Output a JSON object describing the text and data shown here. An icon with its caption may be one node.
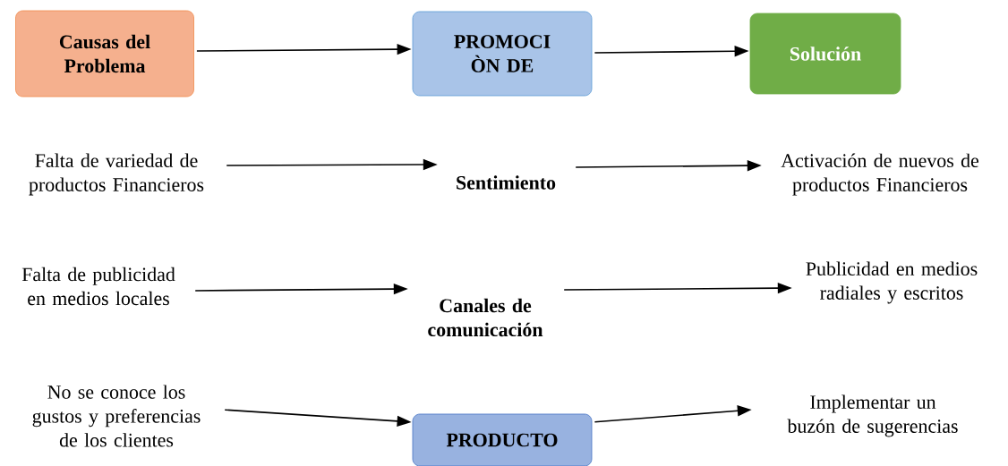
{
  "diagram": {
    "nodes": [
      {
        "text": [
          "Causas del Problema"
        ]
      },
      {
        "text": [
          "PROMOCI ÒN DE"
        ]
      },
      {
        "text": [
          "Solución"
        ]
      },
      {
        "text": [
          "Falta de variedad de productos Financieros"
        ]
      },
      {
        "text": [
          "Sentimiento"
        ]
      },
      {
        "text": [
          "Activación de nuevos de productos Financieros"
        ]
      },
      {
        "text": [
          "Falta de publicidad en medios locales"
        ]
      },
      {
        "text": [
          "Canales de comunicación"
        ]
      },
      {
        "text": [
          "Publicidad en medios radiales y escritos"
        ]
      },
      {
        "text": [
          "No se conoce los gustos y preferencias de los clientes"
        ]
      },
      {
        "text": [
          "PRODUCTO"
        ]
      },
      {
        "text": [
          "Implementar un buzón de sugerencias"
        ]
      }
    ],
    "edges": [
      {
        "from": 0,
        "to": 1,
        "arrow": "to"
      },
      {
        "from": 1,
        "to": 2,
        "arrow": "to"
      },
      {
        "from": 3,
        "to": 4,
        "arrow": "to"
      },
      {
        "from": 4,
        "to": 5,
        "arrow": "to"
      },
      {
        "from": 6,
        "to": 7,
        "arrow": "to"
      },
      {
        "from": 7,
        "to": 8,
        "arrow": "to"
      },
      {
        "from": 9,
        "to": 10,
        "arrow": "to"
      },
      {
        "from": 10,
        "to": 11,
        "arrow": "to"
      }
    ]
  }
}
